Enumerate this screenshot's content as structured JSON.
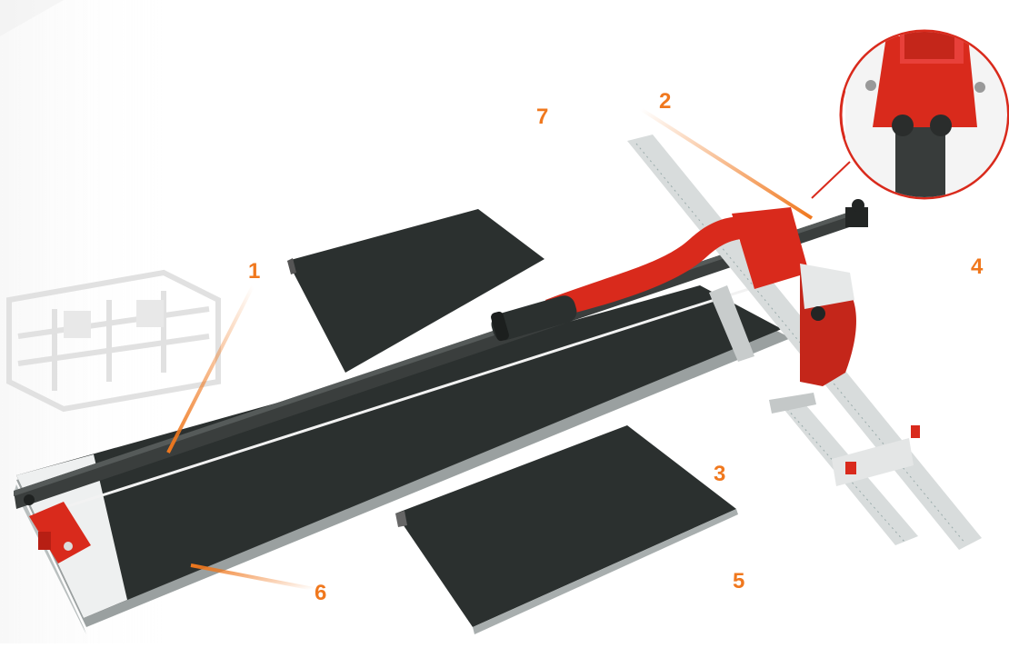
{
  "colors": {
    "accent": "#f0781e",
    "tool_red": "#d92a1c",
    "board_dark": "#2b302f",
    "rail_dark": "#3a3e3d",
    "scale_silver": "#d8dcdc"
  },
  "callouts": [
    {
      "id": "1",
      "label": "1"
    },
    {
      "id": "2",
      "label": "2"
    },
    {
      "id": "3",
      "label": "3"
    },
    {
      "id": "4",
      "label": "4"
    },
    {
      "id": "5",
      "label": "5"
    },
    {
      "id": "6",
      "label": "6"
    },
    {
      "id": "7",
      "label": "7"
    }
  ],
  "detail_inset": {
    "icon": "cutting-head-detail-icon"
  }
}
